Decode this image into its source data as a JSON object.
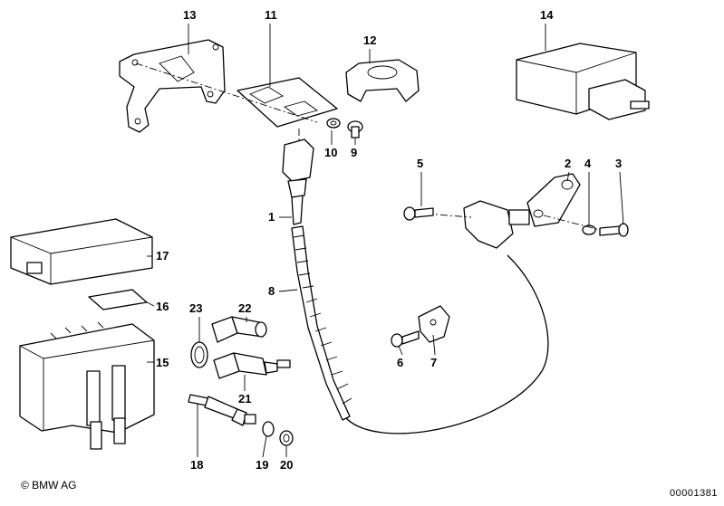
{
  "diagram": {
    "title": "BMW parts diagram",
    "copyright": "© BMW AG",
    "image_number": "00001381",
    "line_color": "#000000",
    "background_color": "#ffffff"
  },
  "callouts": [
    {
      "number": "1",
      "part": "cable"
    },
    {
      "number": "2",
      "part": "holder"
    },
    {
      "number": "3",
      "part": "screw"
    },
    {
      "number": "4",
      "part": "washer"
    },
    {
      "number": "5",
      "part": "screw"
    },
    {
      "number": "6",
      "part": "screw"
    },
    {
      "number": "7",
      "part": "clamp"
    },
    {
      "number": "8",
      "part": "protective-sleeve"
    },
    {
      "number": "9",
      "part": "screw"
    },
    {
      "number": "10",
      "part": "washer"
    },
    {
      "number": "11",
      "part": "plate"
    },
    {
      "number": "12",
      "part": "clip"
    },
    {
      "number": "13",
      "part": "bracket"
    },
    {
      "number": "14",
      "part": "relay"
    },
    {
      "number": "15",
      "part": "control-unit-box"
    },
    {
      "number": "16",
      "part": "gasket"
    },
    {
      "number": "17",
      "part": "cover"
    },
    {
      "number": "18",
      "part": "glow-plug"
    },
    {
      "number": "19",
      "part": "washer"
    },
    {
      "number": "20",
      "part": "nut"
    },
    {
      "number": "21",
      "part": "temperature-switch"
    },
    {
      "number": "22",
      "part": "temperature-sensor"
    },
    {
      "number": "23",
      "part": "seal-ring"
    }
  ]
}
